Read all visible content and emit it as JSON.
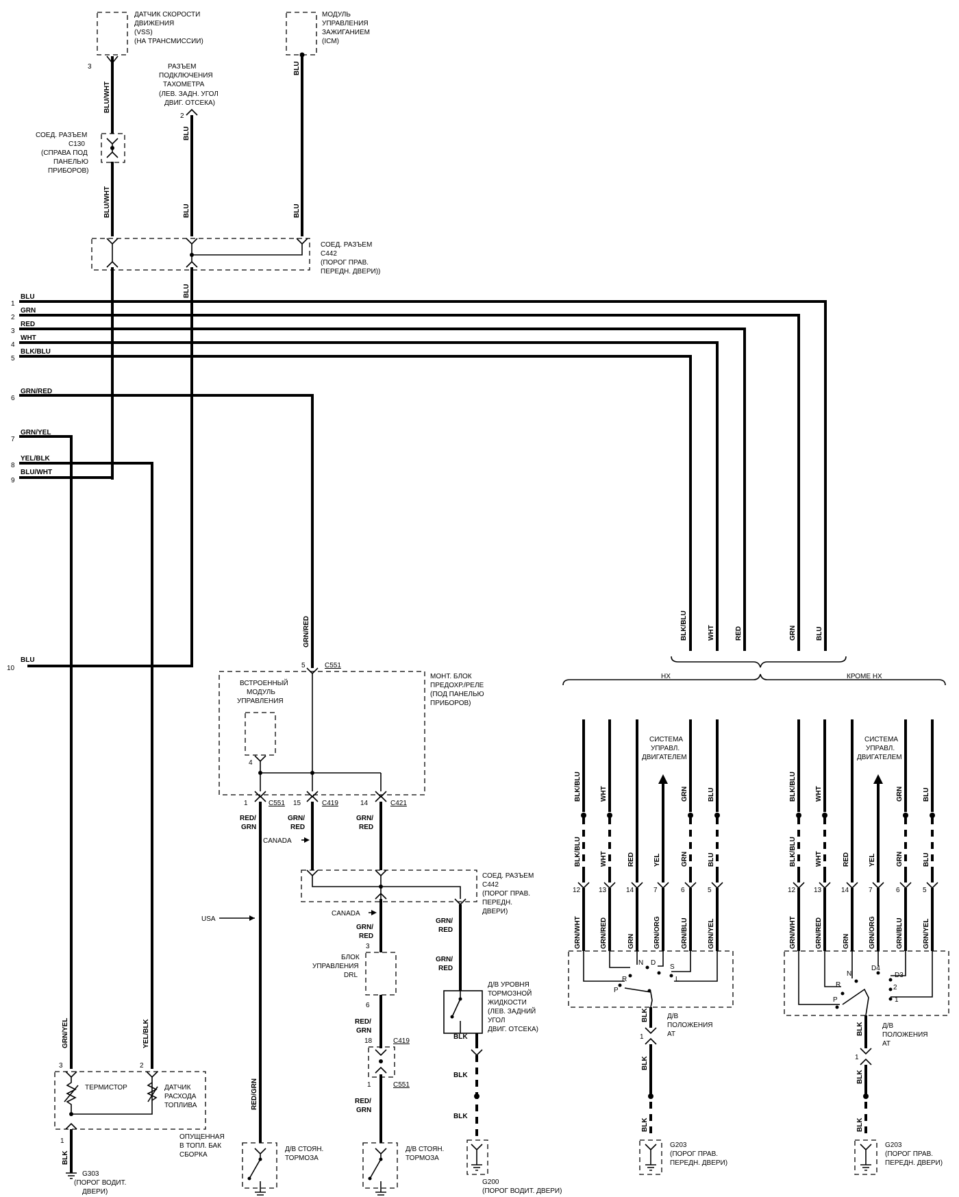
{
  "vss": [
    "ДАТЧИК СКОРОСТИ",
    "ДВИЖЕНИЯ",
    "(VSS)",
    "(НА ТРАНСМИССИИ)"
  ],
  "icm": [
    "МОДУЛЬ",
    "УПРАВЛЕНИЯ",
    "ЗАЖИГАНИЕМ",
    "(ICM)"
  ],
  "tach": [
    "РАЗЪЕМ",
    "ПОДКЛЮЧЕНИЯ",
    "ТАХОМЕТРА",
    "(ЛЕВ. ЗАДН. УГОЛ",
    "ДВИГ. ОТСЕКА)"
  ],
  "c130": [
    "СОЕД. РАЗЪЕМ",
    "C130",
    "(СПРАВА ПОД",
    "ПАНЕЛЬЮ",
    "ПРИБОРОВ)"
  ],
  "c442a": [
    "СОЕД. РАЗЪЕМ",
    "C442",
    "(ПОРОГ ПРАВ.",
    "ПЕРЕДН. ДВЕРИ))"
  ],
  "c442b": [
    "СОЕД. РАЗЪЕМ",
    "C442",
    "(ПОРОГ ПРАВ.",
    "ПЕРЕДН.",
    "ДВЕРИ)"
  ],
  "fuse_box": [
    "МОНТ. БЛОК",
    "ПРЕДОХР./РЕЛЕ",
    "(ПОД ПАНЕЛЬЮ",
    "ПРИБОРОВ)"
  ],
  "module": [
    "ВСТРОЕННЫЙ",
    "МОДУЛЬ",
    "УПРАВЛЕНИЯ"
  ],
  "drl": [
    "БЛОК",
    "УПРАВЛЕНИЯ",
    "DRL"
  ],
  "brake_fluid": [
    "Д/В УРОВНЯ",
    "ТОРМОЗНОЙ",
    "ЖИДКОСТИ",
    "(ЛЕВ. ЗАДНИЙ",
    "УГОЛ",
    "ДВИГ. ОТСЕКА)"
  ],
  "park_brake": [
    "Д/В СТОЯН.",
    "ТОРМОЗА"
  ],
  "thermistor": "ТЕРМИСТОР",
  "fuel_sensor": [
    "ДАТЧИК",
    "РАСХОДА",
    "ТОПЛИВА"
  ],
  "tank": [
    "ОПУЩЕННАЯ",
    "В ТОПЛ. БАК",
    "СБОРКА"
  ],
  "g303": [
    "G303",
    "(ПОРОГ ВОДИТ.",
    "ДВЕРИ)"
  ],
  "g200": [
    "G200",
    "(ПОРОГ ВОДИТ. ДВЕРИ)"
  ],
  "g203": [
    "G203",
    "(ПОРОГ ПРАВ.",
    "ПЕРЕДН. ДВЕРИ)"
  ],
  "engine_ctrl": [
    "СИСТЕМА",
    "УПРАВЛ.",
    "ДВИГАТЕЛЕМ"
  ],
  "at_switch": [
    "Д/В",
    "ПОЛОЖЕНИЯ",
    "AT"
  ],
  "hx": "HX",
  "except_hx": "КРОМЕ HX",
  "usa": "USA",
  "canada": "CANADA",
  "connectors": {
    "c551": "C551",
    "c419": "C419",
    "c421": "C421"
  },
  "terminals": [
    {
      "num": "1",
      "color": "BLU"
    },
    {
      "num": "2",
      "color": "GRN"
    },
    {
      "num": "3",
      "color": "RED"
    },
    {
      "num": "4",
      "color": "WHT"
    },
    {
      "num": "5",
      "color": "BLK/BLU"
    },
    {
      "num": "6",
      "color": "GRN/RED"
    },
    {
      "num": "7",
      "color": "GRN/YEL"
    },
    {
      "num": "8",
      "color": "YEL/BLK"
    },
    {
      "num": "9",
      "color": "BLU/WHT"
    },
    {
      "num": "10",
      "color": "BLU"
    }
  ],
  "wire_colors": {
    "blu": "BLU",
    "blu_wht": "BLU/WHT",
    "grn": "GRN",
    "red": "RED",
    "wht": "WHT",
    "blk_blu": "BLK/BLU",
    "grn_red": "GRN/RED",
    "grn_yel": "GRN/YEL",
    "yel_blk": "YEL/BLK",
    "red_grn": "RED/GRN",
    "grn_slash": "GRN/",
    "red_slash": "RED/",
    "red_p": "RED",
    "grn_p": "GRN",
    "blk": "BLK",
    "yel": "YEL",
    "grn_wht": "GRN/WHT",
    "grn_org": "GRN/ORG",
    "grn_blu": "GRN/BLU"
  },
  "at_pins": {
    "n": "N",
    "d": "D",
    "s": "S",
    "r": "R",
    "p": "P",
    "l": "L",
    "d4": "D4",
    "d3": "D3",
    "two": "2",
    "one": "1"
  },
  "pin_numbers": [
    "1",
    "2",
    "3",
    "4",
    "5",
    "6",
    "7",
    "12",
    "13",
    "14",
    "15",
    "18"
  ]
}
